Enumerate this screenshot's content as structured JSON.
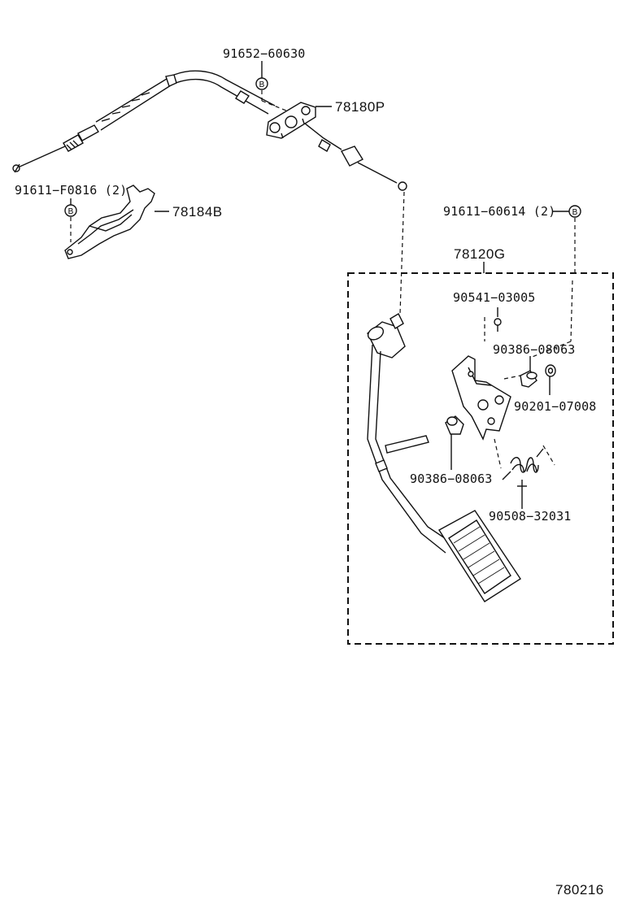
{
  "labels": {
    "p91652": "91652−60630",
    "p78180p": "78180P",
    "p91611f": "91611−F0816 (2)",
    "p78184b": "78184B",
    "p91611_6": "91611−60614 (2)",
    "p78120g": "78120G",
    "p90541": "90541−03005",
    "p90386a": "90386−08063",
    "p90201": "90201−07008",
    "p90386b": "90386−08063",
    "p90508": "90508−32031",
    "figure_code": "780216"
  },
  "bolt_marker": "B"
}
